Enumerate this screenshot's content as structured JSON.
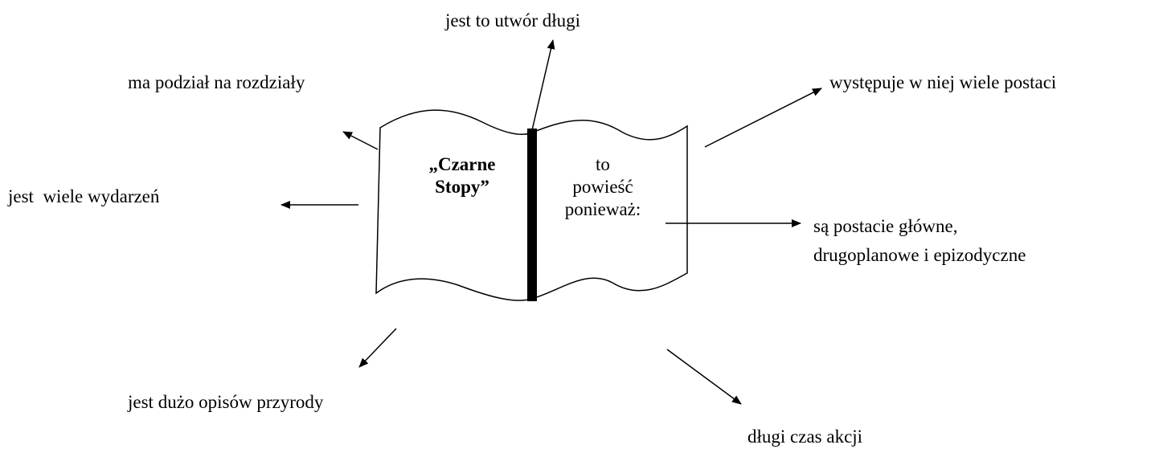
{
  "book": {
    "left_lines": [
      "„Czarne",
      "Stopy”"
    ],
    "right_lines": [
      "to",
      "powieść",
      "ponieważ:"
    ]
  },
  "reasons": {
    "long_work": "jest to utwór długi",
    "chapters": "ma podział na rozdziały",
    "many_characters": "występuje w niej wiele postaci",
    "many_events": "jest  wiele wydarzeń",
    "character_types_1": "są postacie główne,",
    "character_types_2": "drugoplanowe i epizodyczne",
    "nature_descriptions": "jest dużo opisów przyrody",
    "long_action_time": "długi czas akcji"
  },
  "colors": {
    "ink": "#000000",
    "background": "#ffffff"
  }
}
